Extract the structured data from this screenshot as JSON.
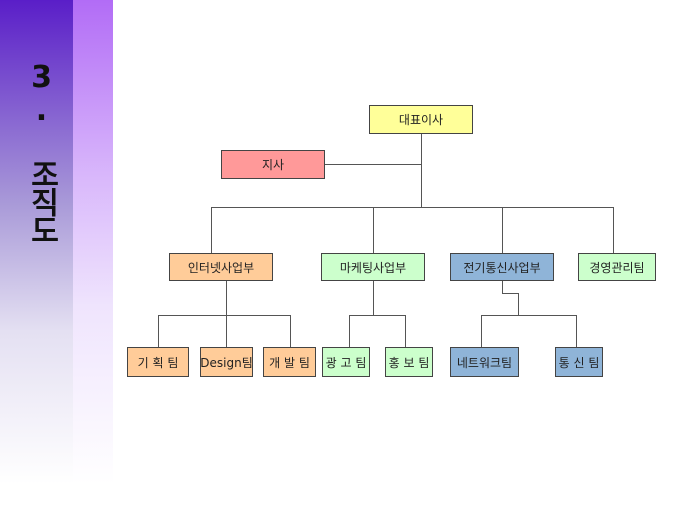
{
  "slide_title": "3. 조직도",
  "colors": {
    "ceo": "#FFFF99",
    "branch": "#FF9999",
    "internet": "#FFCC99",
    "marketing": "#CCFFCC",
    "telecom": "#8FB4D8",
    "management": "#CCFFCC"
  },
  "org": {
    "ceo": "대표이사",
    "branch": "지사",
    "divisions": [
      "인터넷사업부",
      "마케팅사업부",
      "전기통신사업부",
      "경영관리팀"
    ],
    "teams": {
      "internet": [
        "기 획 팀",
        "Design팀",
        "개 발 팀"
      ],
      "marketing": [
        "광 고 팀",
        "홍 보 팀"
      ],
      "telecom": [
        "네트워크팀",
        "통 신 팀"
      ]
    }
  }
}
